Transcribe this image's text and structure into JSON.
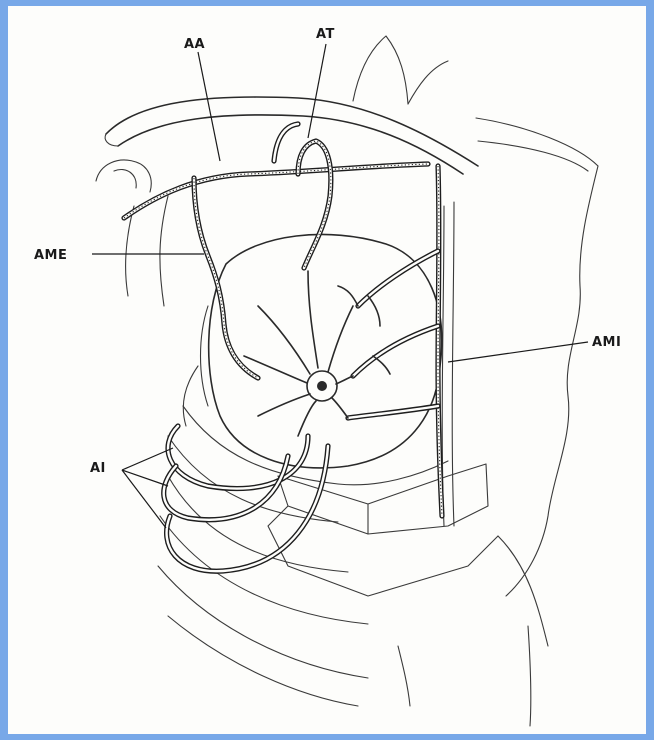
{
  "labels": {
    "aa": "AA",
    "at": "AT",
    "ame": "AME",
    "ami": "AMI",
    "ai": "AI"
  },
  "frame_color": "#78a8e8"
}
